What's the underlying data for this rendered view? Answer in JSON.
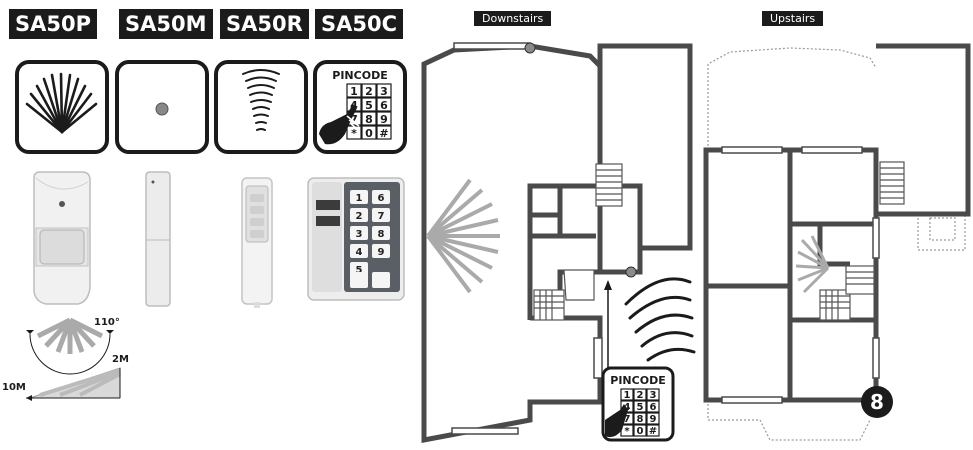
{
  "products": [
    {
      "code": "SA50P"
    },
    {
      "code": "SA50M"
    },
    {
      "code": "SA50R"
    },
    {
      "code": "SA50C"
    }
  ],
  "keypad_icon": {
    "title": "PINCODE",
    "keys": [
      "1",
      "2",
      "3",
      "4",
      "5",
      "6",
      "7",
      "8",
      "9",
      "*",
      "0",
      "#"
    ]
  },
  "device_keypad": {
    "keys": [
      "1",
      "6",
      "2",
      "7",
      "3",
      "8",
      "4",
      "9",
      "5"
    ]
  },
  "pir_specs": {
    "angle": "110°",
    "height": "2M",
    "range": "10M"
  },
  "floorplan": {
    "downstairs_label": "Downstairs",
    "upstairs_label": "Upstairs",
    "pincode_label": "PINCODE",
    "pin_keys": [
      "1",
      "2",
      "3",
      "4",
      "5",
      "6",
      "7",
      "8",
      "9",
      "*",
      "0",
      "#"
    ],
    "badge": "8"
  }
}
